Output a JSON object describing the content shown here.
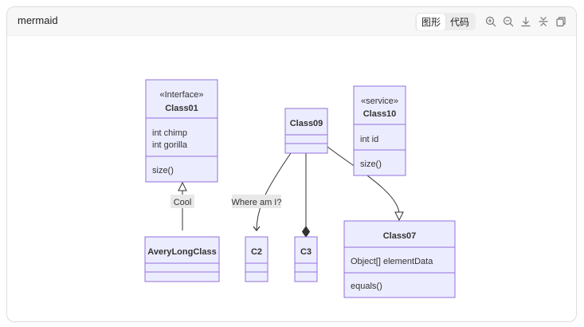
{
  "header": {
    "title": "mermaid",
    "tabs": [
      {
        "label": "图形",
        "active": true
      },
      {
        "label": "代码",
        "active": false
      }
    ],
    "tools": [
      "zoom-in-icon",
      "zoom-out-icon",
      "download-icon",
      "collapse-icon",
      "copy-icon"
    ]
  },
  "diagram": {
    "classes": {
      "class01": {
        "stereotype": "«Interface»",
        "name": "Class01",
        "attrs": [
          "int chimp",
          "int gorilla"
        ],
        "methods": [
          "size()"
        ]
      },
      "class09": {
        "name": "Class09"
      },
      "class10": {
        "stereotype": "«service»",
        "name": "Class10",
        "attrs": [
          "int id"
        ],
        "methods": [
          "size()"
        ]
      },
      "averylongclass": {
        "name": "AveryLongClass"
      },
      "c2": {
        "name": "C2"
      },
      "c3": {
        "name": "C3"
      },
      "class07": {
        "name": "Class07",
        "attrs": [
          "Object[] elementData"
        ],
        "methods": [
          "equals()"
        ]
      }
    },
    "edges": {
      "cool_label": "Cool",
      "where_label": "Where am I?"
    }
  },
  "colors": {
    "box_fill": "#ECECFF",
    "box_stroke": "#9370DB",
    "line": "#333333",
    "label_bg": "#e8e8e8"
  }
}
